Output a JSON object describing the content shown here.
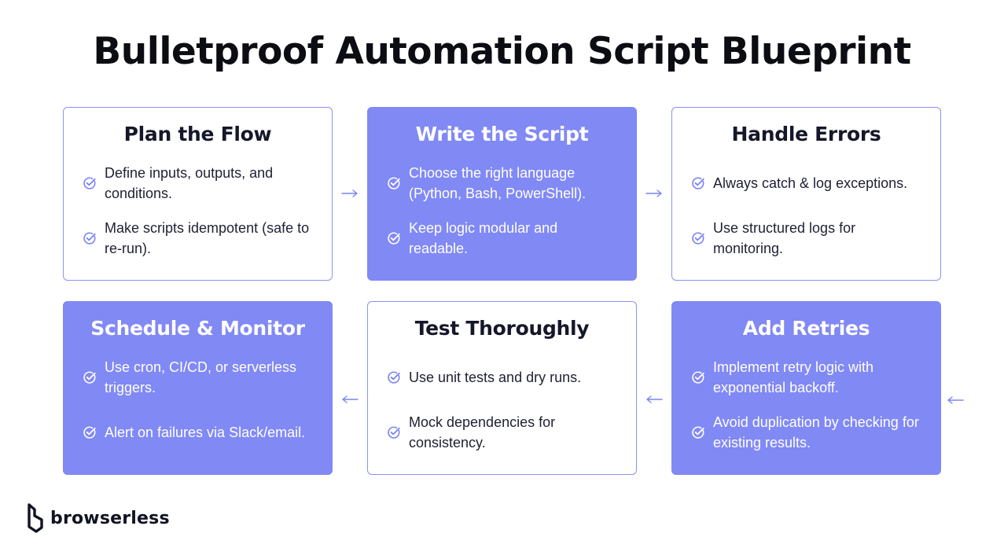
{
  "title": "Bulletproof Automation Script Blueprint",
  "colors": {
    "accent": "#8189f5",
    "border": "#8a93f4",
    "text": "#1e2033"
  },
  "cards": [
    {
      "title": "Plan the Flow",
      "items": [
        "Define inputs, outputs, and conditions.",
        "Make scripts idempotent (safe to re-run)."
      ]
    },
    {
      "title": "Write the Script",
      "items": [
        "Choose the right language (Python, Bash, PowerShell).",
        "Keep logic modular and readable."
      ]
    },
    {
      "title": "Handle Errors",
      "items": [
        "Always catch & log exceptions.",
        "Use structured logs for monitoring."
      ]
    },
    {
      "title": "Schedule & Monitor",
      "items": [
        "Use cron, CI/CD, or serverless triggers.",
        "Alert on failures via Slack/email."
      ]
    },
    {
      "title": "Test Thoroughly",
      "items": [
        "Use unit tests and dry runs.",
        "Mock dependencies for consistency."
      ]
    },
    {
      "title": "Add Retries",
      "items": [
        "Implement retry logic with exponential backoff.",
        "Avoid duplication by checking for existing results."
      ]
    }
  ],
  "icons": {
    "check": "check-circle-icon",
    "arrow_right": "arrow-right-icon",
    "arrow_left": "arrow-left-icon",
    "logo": "browserless-logo-icon"
  },
  "brand": {
    "name": "browserless"
  }
}
